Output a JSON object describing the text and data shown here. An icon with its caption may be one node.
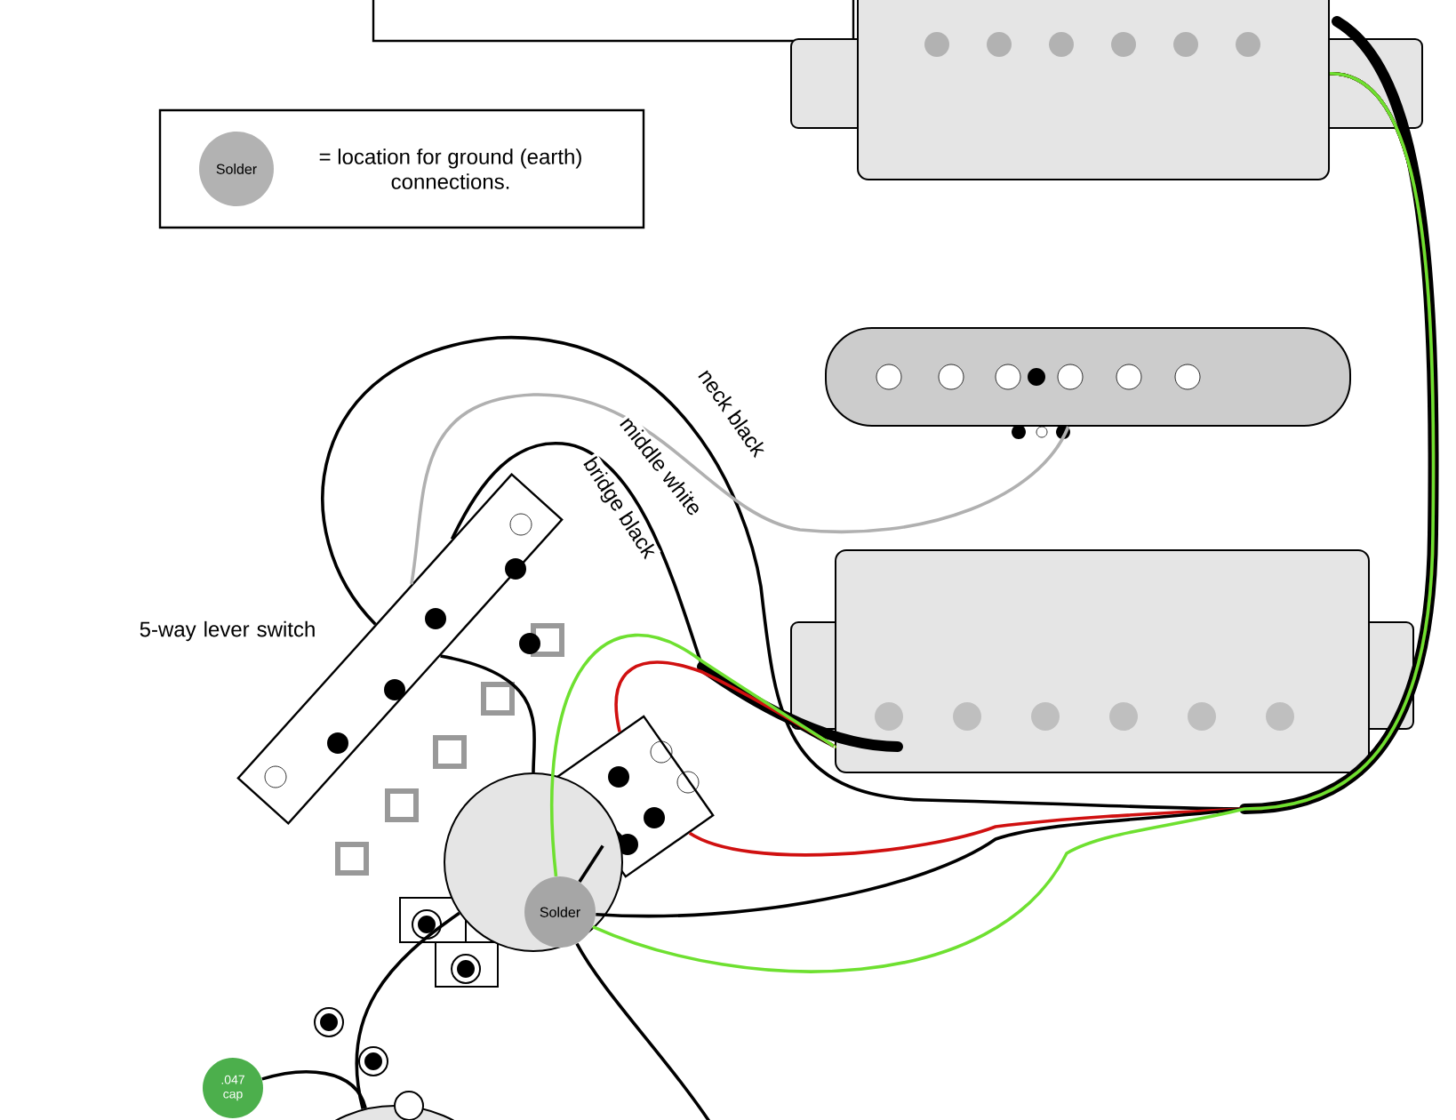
{
  "diagram": {
    "nodes": [
      {
        "text": [],
        "shape": "box"
      },
      {
        "text": [
          "= location for ground (earth) connections."
        ]
      },
      {
        "text": [
          "Solder"
        ],
        "in": 1
      },
      {
        "text": [],
        "shape": "picture"
      },
      {
        "text": [],
        "shape": "picture"
      },
      {
        "text": [],
        "shape": "picture"
      },
      {
        "text": [],
        "shape": "picture",
        "beside": [
          "5-way lever switch"
        ]
      },
      {
        "text": [],
        "shape": "picture"
      },
      {
        "text": [],
        "shape": "circle"
      },
      {
        "text": [
          "Solder"
        ],
        "in": 8
      },
      {
        "text": [],
        "shape": "circle"
      },
      {
        "text": [
          ".047 cap"
        ]
      }
    ],
    "edges": [
      {
        "from": 6,
        "to": 3,
        "arrow": "none",
        "label": "neck black"
      },
      {
        "from": 6,
        "to": 4,
        "arrow": "none",
        "label": "middle white",
        "color": "#b0b0b0"
      },
      {
        "from": 6,
        "to": 5,
        "arrow": "none",
        "label": "bridge black"
      },
      {
        "from": 5,
        "to": 7,
        "arrow": "none",
        "color": "#d01010"
      },
      {
        "from": 5,
        "to": 9,
        "arrow": "none",
        "color": "#6ee030"
      },
      {
        "from": 3,
        "to": 7,
        "arrow": "none",
        "color": "#d01010"
      },
      {
        "from": 3,
        "to": 9,
        "arrow": "none"
      },
      {
        "from": 3,
        "to": 9,
        "arrow": "none",
        "color": "#6ee030"
      },
      {
        "from": 7,
        "to": 9,
        "arrow": "none"
      },
      {
        "from": 6,
        "to": 8,
        "arrow": "none"
      },
      {
        "from": 8,
        "to": 10,
        "arrow": "none"
      },
      {
        "from": 11,
        "to": 10,
        "arrow": "none"
      },
      {
        "from": 9,
        "to": null,
        "arrow": "none"
      }
    ]
  }
}
